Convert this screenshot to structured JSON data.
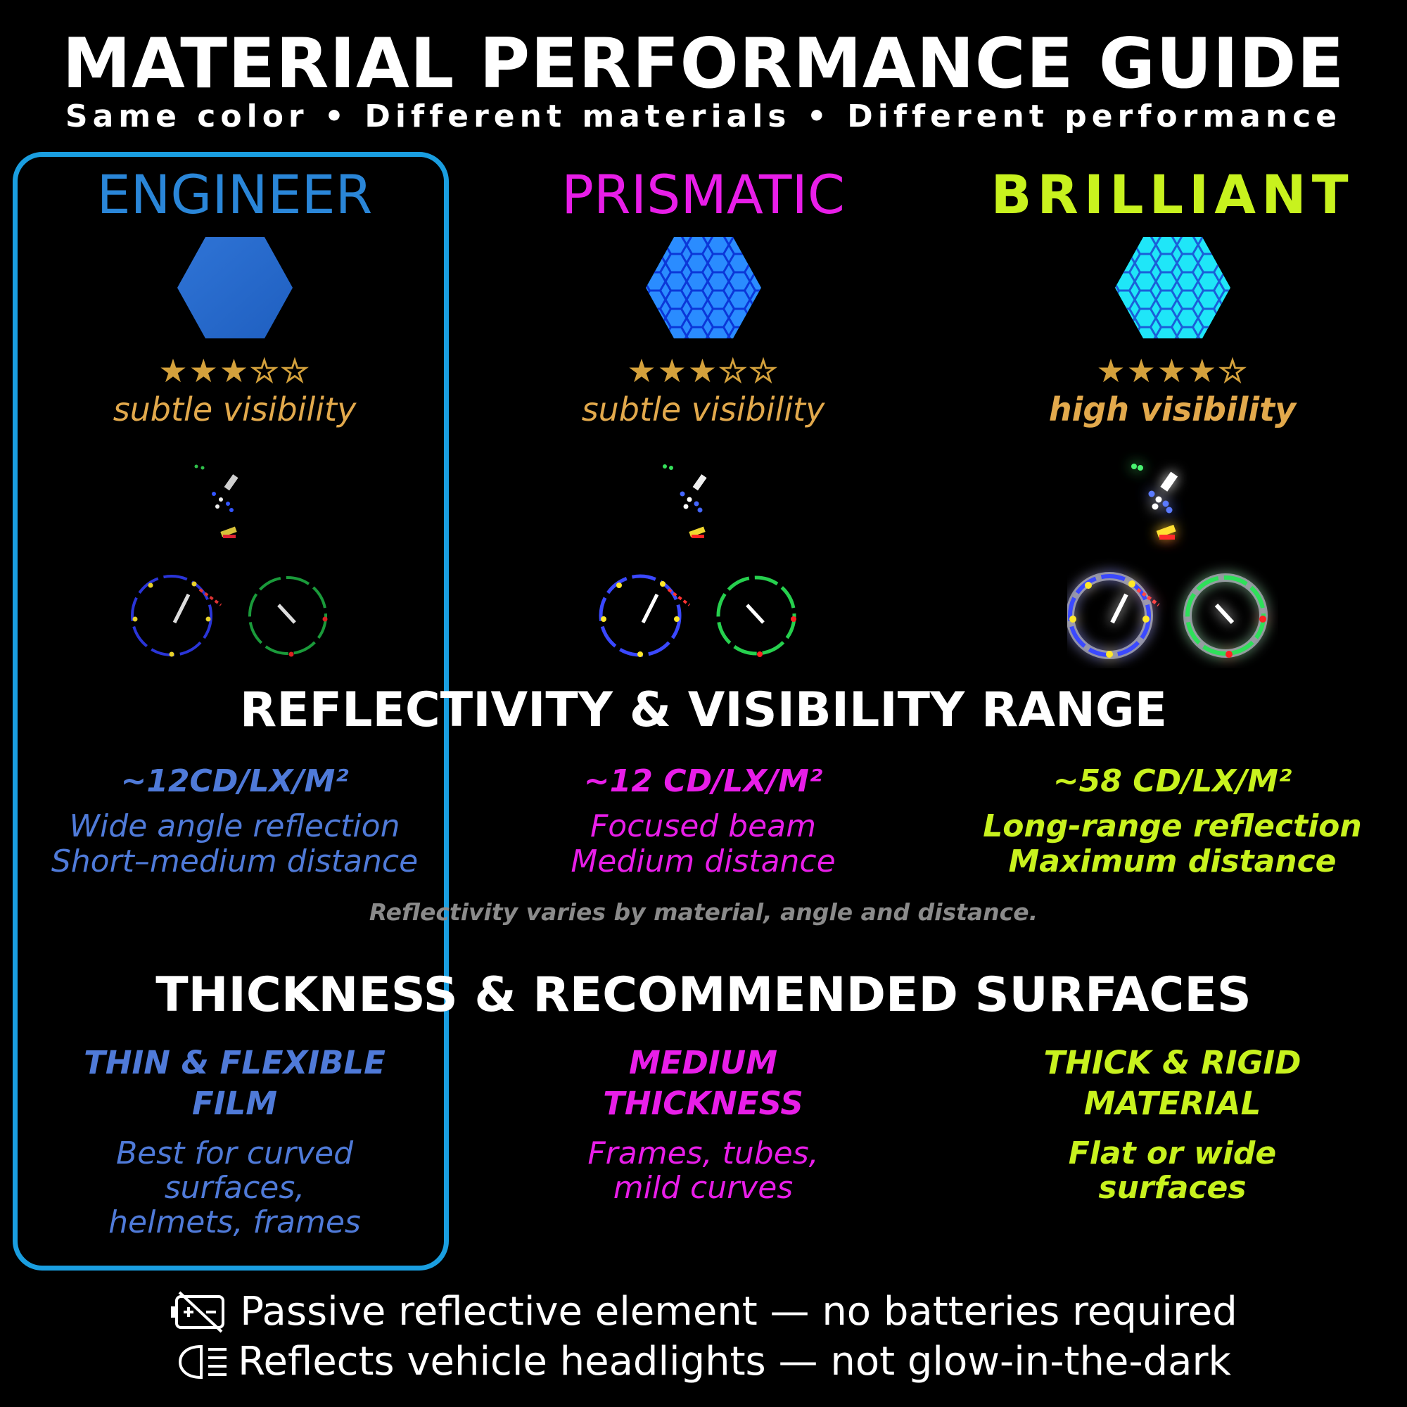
{
  "header": {
    "title": "MATERIAL PERFORMANCE GUIDE",
    "subtitle": "Same color • Different materials • Different performance"
  },
  "colors": {
    "engineer": "#2a86d8",
    "prismatic": "#e81ee8",
    "brilliant": "#c8f21e",
    "star": "#d4a13c",
    "frame": "#1a9ee0"
  },
  "materials": [
    {
      "name": "ENGINEER",
      "rating": 3,
      "rating_max": 5,
      "stars_on": "★★★",
      "stars_off": "☆☆",
      "visibility": "subtle visibility",
      "reflectivity": "~12CD/LX/M²",
      "reflect_line1": "Wide angle reflection",
      "reflect_line2": "Short–medium distance",
      "thickness_line1": "THIN & FLEXIBLE",
      "thickness_line2": "FILM",
      "use_line1": "Best for curved",
      "use_line2": "surfaces,",
      "use_line3": "helmets, frames"
    },
    {
      "name": "PRISMATIC",
      "rating": 3,
      "rating_max": 5,
      "stars_on": "★★★",
      "stars_off": "☆☆",
      "visibility": "subtle visibility",
      "reflectivity": "~12 CD/LX/M²",
      "reflect_line1": "Focused beam",
      "reflect_line2": "Medium distance",
      "thickness_line1": "MEDIUM",
      "thickness_line2": "THICKNESS",
      "use_line1": "Frames, tubes,",
      "use_line2": "mild curves"
    },
    {
      "name": "BRILLIANT",
      "rating": 4,
      "rating_max": 5,
      "stars_on": "★★★★",
      "stars_off": "☆",
      "visibility": "high visibility",
      "reflectivity": "~58 CD/LX/M²",
      "reflect_line1": "Long-range reflection",
      "reflect_line2": "Maximum distance",
      "thickness_line1": "THICK & RIGID",
      "thickness_line2": "MATERIAL",
      "use_line1": "Flat or wide",
      "use_line2": "surfaces"
    }
  ],
  "sections": {
    "range_heading": "REFLECTIVITY & VISIBILITY RANGE",
    "range_note": "Reflectivity varies by material, angle and distance.",
    "thickness_heading": "THICKNESS & RECOMMENDED SURFACES"
  },
  "footer": {
    "line1": "Passive reflective element — no batteries required",
    "line1_icon": "no-battery-icon",
    "line2": "Reflects vehicle headlights — not glow-in-the-dark",
    "line2_icon": "headlight-icon"
  }
}
